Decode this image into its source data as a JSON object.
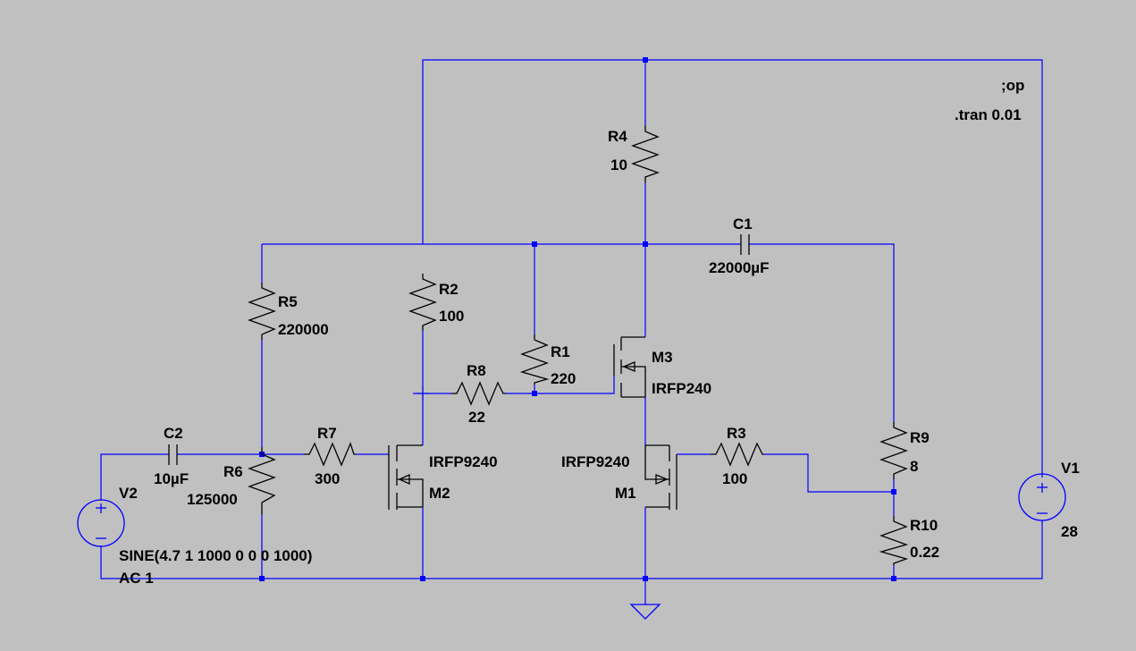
{
  "directives": {
    "op": ";op",
    "tran": ".tran 0.01"
  },
  "components": {
    "R1": {
      "name": "R1",
      "value": "220"
    },
    "R2": {
      "name": "R2",
      "value": "100"
    },
    "R3": {
      "name": "R3",
      "value": "100"
    },
    "R4": {
      "name": "R4",
      "value": "10"
    },
    "R5": {
      "name": "R5",
      "value": "220000"
    },
    "R6": {
      "name": "R6",
      "value": "125000"
    },
    "R7": {
      "name": "R7",
      "value": "300"
    },
    "R8": {
      "name": "R8",
      "value": "22"
    },
    "R9": {
      "name": "R9",
      "value": "8"
    },
    "R10": {
      "name": "R10",
      "value": "0.22"
    },
    "C1": {
      "name": "C1",
      "value": "22000µF"
    },
    "C2": {
      "name": "C2",
      "value": "10µF"
    },
    "M1": {
      "name": "M1",
      "model": "IRFP9240"
    },
    "M2": {
      "name": "M2",
      "model": "IRFP9240"
    },
    "M3": {
      "name": "M3",
      "model": "IRFP240"
    },
    "V1": {
      "name": "V1",
      "value": "28"
    },
    "V2": {
      "name": "V2",
      "value": "SINE(4.7 1 1000 0 0 0 1000)",
      "ac": "AC 1"
    }
  },
  "colors": {
    "background": "#c0c0c0",
    "wire": "#0000ff",
    "device": "#000000"
  }
}
